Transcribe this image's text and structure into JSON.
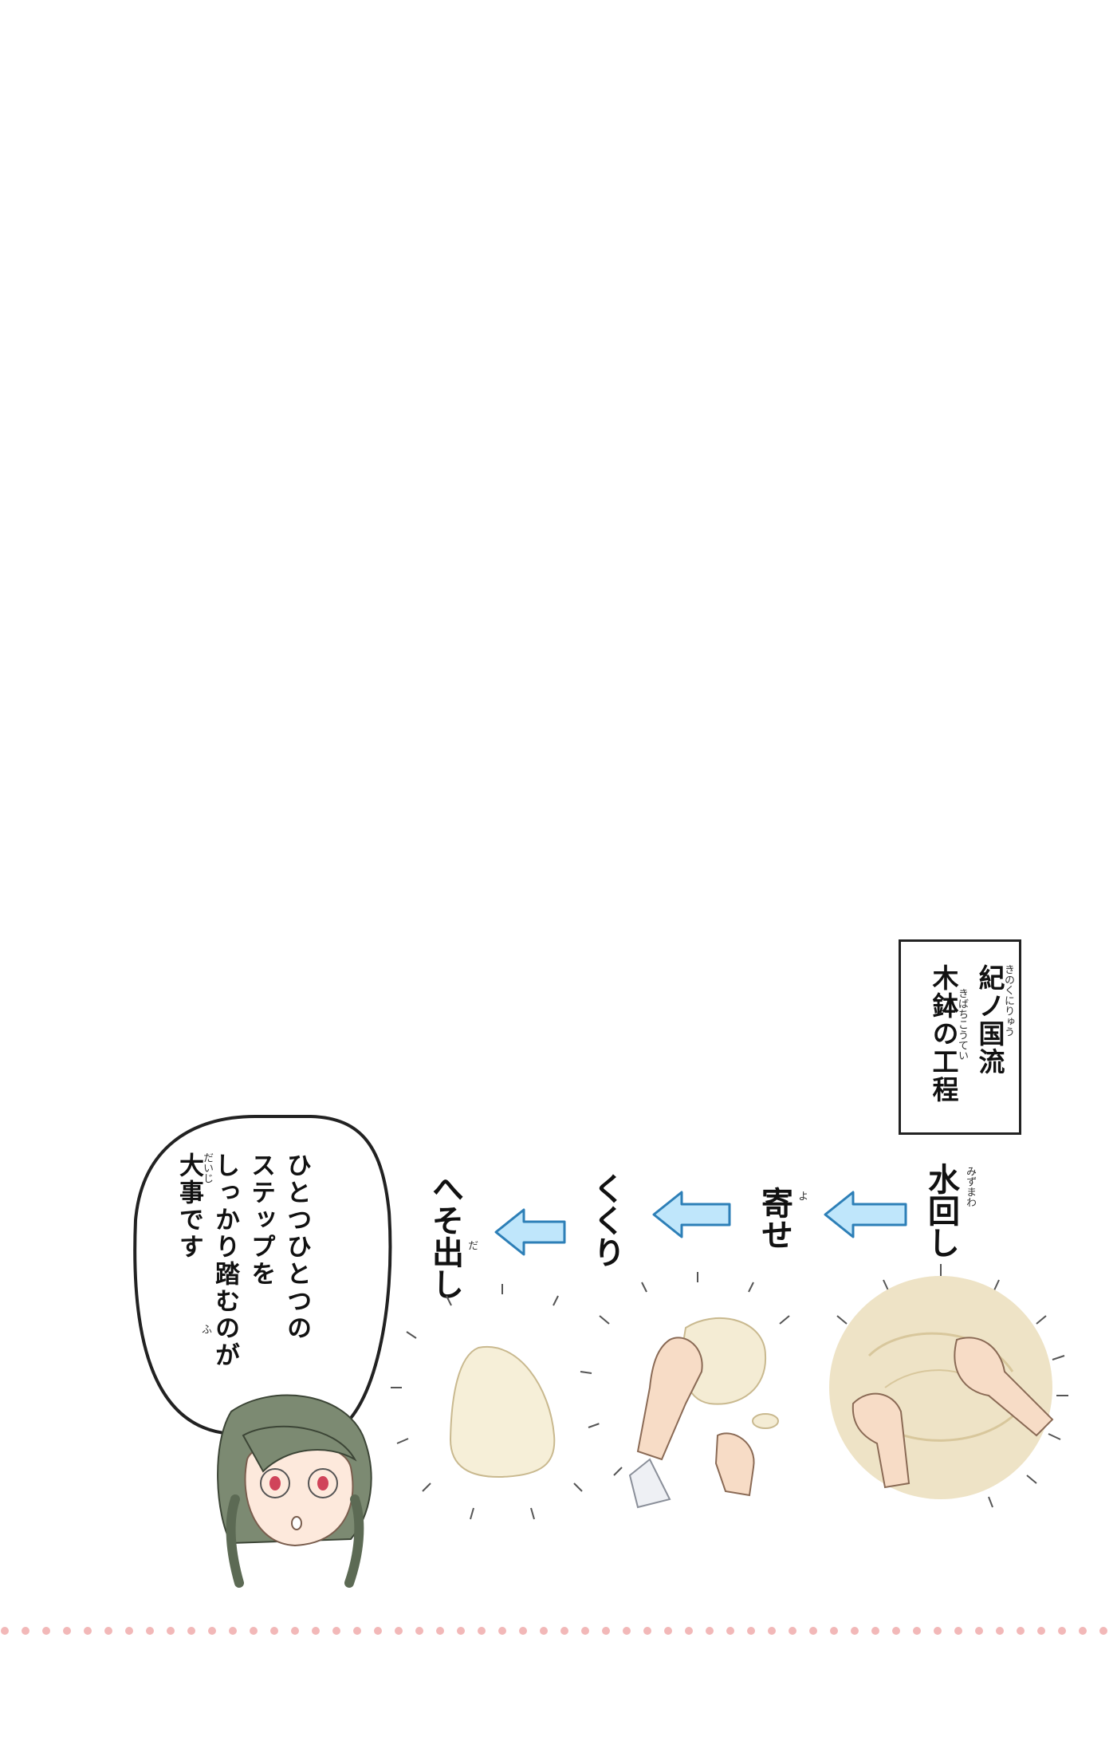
{
  "title": {
    "line1": "紀ノ国流",
    "line1_ruby": "きのくにりゅう",
    "line2": "木鉢の工程",
    "line2_ruby": "きばちこうてい"
  },
  "steps": [
    {
      "label": "水回し",
      "ruby": "みずまわ"
    },
    {
      "label": "寄せ",
      "ruby": "よ"
    },
    {
      "label": "くくり",
      "ruby": ""
    },
    {
      "label": "へそ出し",
      "ruby": "だ"
    }
  ],
  "speech": {
    "lines": [
      "ひとつひとつの",
      "ステップを",
      "しっかり踏むのが",
      "大事です"
    ],
    "ruby_fu": "ふ",
    "ruby_daiji": "だいじ"
  },
  "colors": {
    "arrow_fill": "#bfe6fb",
    "arrow_stroke": "#2d7fb7",
    "border_dots": "#f2b8b8",
    "dough": "#f4ecd4",
    "flour": "#e9dcb8",
    "hair": "#7c8a72",
    "eyes": "#d0445a"
  },
  "icons": [
    "arrow-left-icon",
    "dough-ball-illustration",
    "hands-kneading-illustration",
    "character-face-illustration"
  ]
}
